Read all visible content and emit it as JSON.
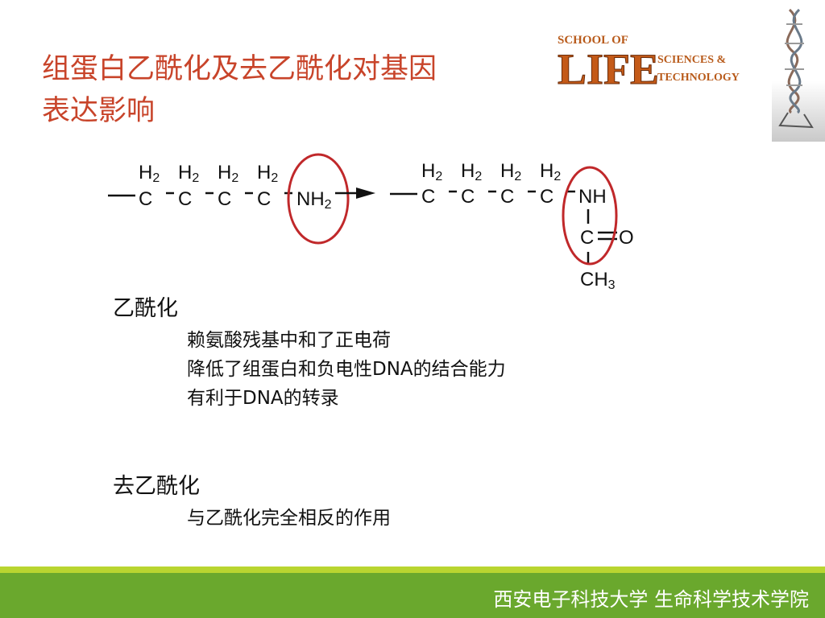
{
  "slide": {
    "title_line1": "组蛋白乙酰化及去乙酰化对基因",
    "title_line2": "表达影响"
  },
  "logo": {
    "line1": "SCHOOL OF",
    "main": "LIFE",
    "line2": "SCIENCES &",
    "line3": "TECHNOLOGY"
  },
  "diagram": {
    "left": {
      "groups": [
        "C",
        "C",
        "C",
        "C"
      ],
      "h2": "H",
      "end": "NH"
    },
    "right": {
      "groups": [
        "C",
        "C",
        "C",
        "C"
      ],
      "h2": "H",
      "nh": "NH",
      "co_c": "C",
      "co_o": "O",
      "ch": "CH"
    },
    "sub2": "2",
    "sub3": "3"
  },
  "sections": [
    {
      "heading": "乙酰化",
      "items": [
        "赖氨酸残基中和了正电荷",
        "降低了组蛋白和负电性DNA的结合能力",
        "有利于DNA的转录"
      ]
    },
    {
      "heading": "去乙酰化",
      "items": [
        "与乙酰化完全相反的作用"
      ]
    }
  ],
  "footer": {
    "text": "西安电子科技大学 生命科学技术学院"
  },
  "colors": {
    "title": "#c8442a",
    "bar": "#6aa82d",
    "bar_light": "#b9d530",
    "circle": "#c0282a"
  }
}
